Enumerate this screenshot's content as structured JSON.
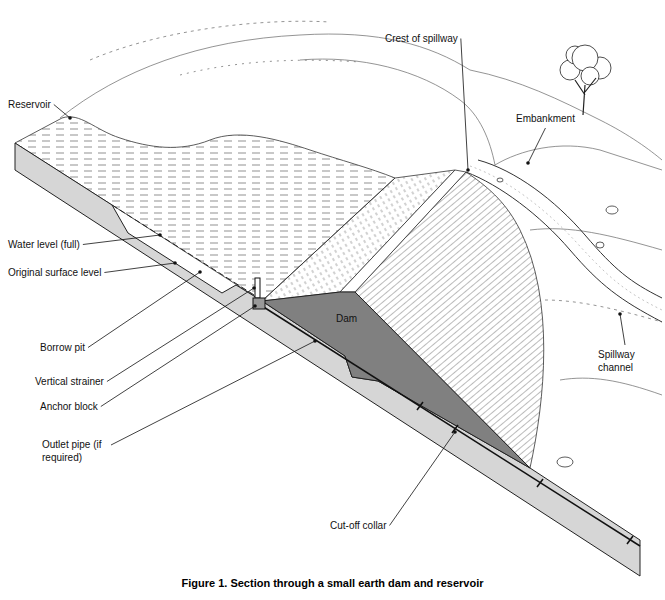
{
  "diagram": {
    "caption": "Figure 1. Section through a small earth dam and reservoir",
    "labels": [
      "Reservoir",
      "Crest of spillway",
      "Embankment",
      "Water level (full)",
      "Original surface level",
      "Borrow pit",
      "Vertical strainer",
      "Anchor block",
      "Outlet pipe (if required)",
      "Dam",
      "Spillway channel",
      "Cut-off collar"
    ]
  }
}
